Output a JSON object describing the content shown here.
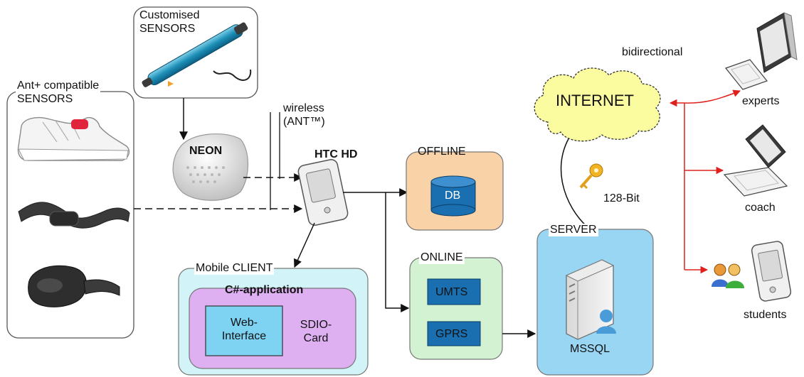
{
  "sensors_group": {
    "title_line1": "Ant+ compatible",
    "title_line2": "SENSORS"
  },
  "custom_sensors": {
    "title_line1": "Customised",
    "title_line2": "SENSORS"
  },
  "neon": {
    "label": "NEON"
  },
  "wireless": {
    "line1": "wireless",
    "line2": "(ANT™)"
  },
  "phone": {
    "label": "HTC HD"
  },
  "offline": {
    "title": "OFFLINE",
    "db_label": "DB"
  },
  "online": {
    "title": "ONLINE",
    "umts_label": "UMTS",
    "gprs_label": "GPRS"
  },
  "mobile_client": {
    "title": "Mobile CLIENT",
    "app_title": "C#-application",
    "web_interface_line1": "Web-",
    "web_interface_line2": "Interface",
    "sdio_line1": "SDIO-",
    "sdio_line2": "Card"
  },
  "server": {
    "title": "SERVER",
    "db_label": "MSSQL"
  },
  "security": {
    "label": "128-Bit"
  },
  "internet": {
    "label": "INTERNET"
  },
  "link": {
    "label": "bidirectional"
  },
  "users": {
    "experts": "experts",
    "coach": "coach",
    "students": "students"
  },
  "colors": {
    "offline_fill": "#f9d2a8",
    "online_fill": "#d2f2d2",
    "client_fill": "#d2f4f8",
    "app_fill": "#deb0f2",
    "web_fill": "#7ed2f2",
    "server_fill": "#98d6f4",
    "cloud_fill": "#fbfba0",
    "db_fill": "#1a6fb0",
    "arrow_red": "#e0201c"
  }
}
